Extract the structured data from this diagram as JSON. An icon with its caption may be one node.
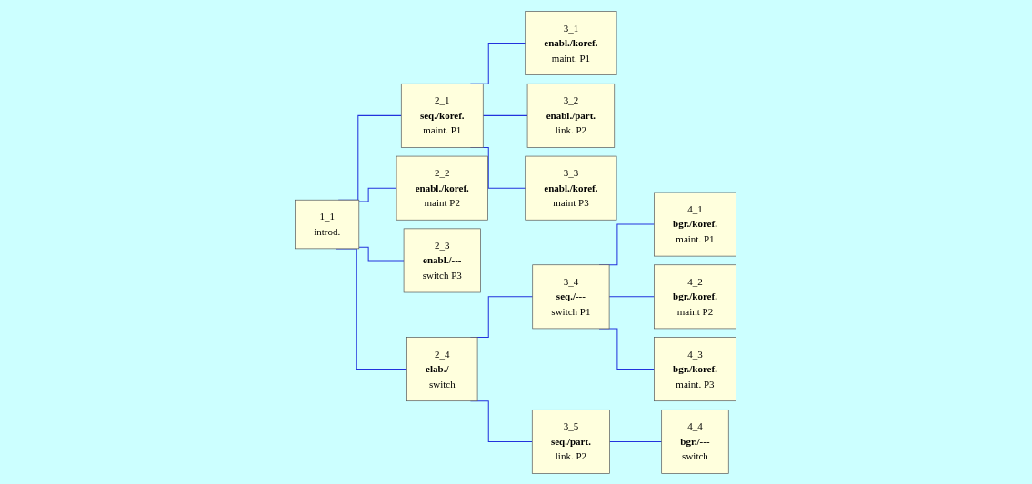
{
  "diagram": {
    "nodes": [
      {
        "text": [
          "1_1",
          "introd."
        ]
      },
      {
        "text": [
          "2_1",
          "seq./koref.",
          "maint. P1"
        ]
      },
      {
        "text": [
          "2_2",
          "enabl./koref.",
          "maint P2"
        ]
      },
      {
        "text": [
          "2_3",
          "enabl./---",
          "switch P3"
        ]
      },
      {
        "text": [
          "2_4",
          "elab./---",
          "switch"
        ]
      },
      {
        "text": [
          "3_1",
          "enabl./koref.",
          "maint. P1"
        ]
      },
      {
        "text": [
          "3_2",
          "enabl./part.",
          "link. P2"
        ]
      },
      {
        "text": [
          "3_3",
          "enabl./koref.",
          "maint P3"
        ]
      },
      {
        "text": [
          "3_4",
          "seq./---",
          "switch P1"
        ]
      },
      {
        "text": [
          "3_5",
          "seq./part.",
          "link. P2"
        ]
      },
      {
        "text": [
          "4_1",
          "bgr./koref.",
          "maint. P1"
        ]
      },
      {
        "text": [
          "4_2",
          "bgr./koref.",
          "maint P2"
        ]
      },
      {
        "text": [
          "4_3",
          "bgr./koref.",
          "maint. P3"
        ]
      },
      {
        "text": [
          "4_4",
          "bgr./---",
          "switch"
        ]
      }
    ],
    "edges": [
      {
        "from": 0,
        "to": 1,
        "arrow": "none"
      },
      {
        "from": 0,
        "to": 2,
        "arrow": "none"
      },
      {
        "from": 0,
        "to": 3,
        "arrow": "none"
      },
      {
        "from": 0,
        "to": 4,
        "arrow": "none"
      },
      {
        "from": 1,
        "to": 5,
        "arrow": "none"
      },
      {
        "from": 1,
        "to": 6,
        "arrow": "none"
      },
      {
        "from": 1,
        "to": 7,
        "arrow": "none"
      },
      {
        "from": 4,
        "to": 8,
        "arrow": "none"
      },
      {
        "from": 4,
        "to": 9,
        "arrow": "none"
      },
      {
        "from": 8,
        "to": 10,
        "arrow": "none"
      },
      {
        "from": 8,
        "to": 11,
        "arrow": "none"
      },
      {
        "from": 8,
        "to": 12,
        "arrow": "none"
      },
      {
        "from": 9,
        "to": 13,
        "arrow": "none"
      }
    ]
  }
}
